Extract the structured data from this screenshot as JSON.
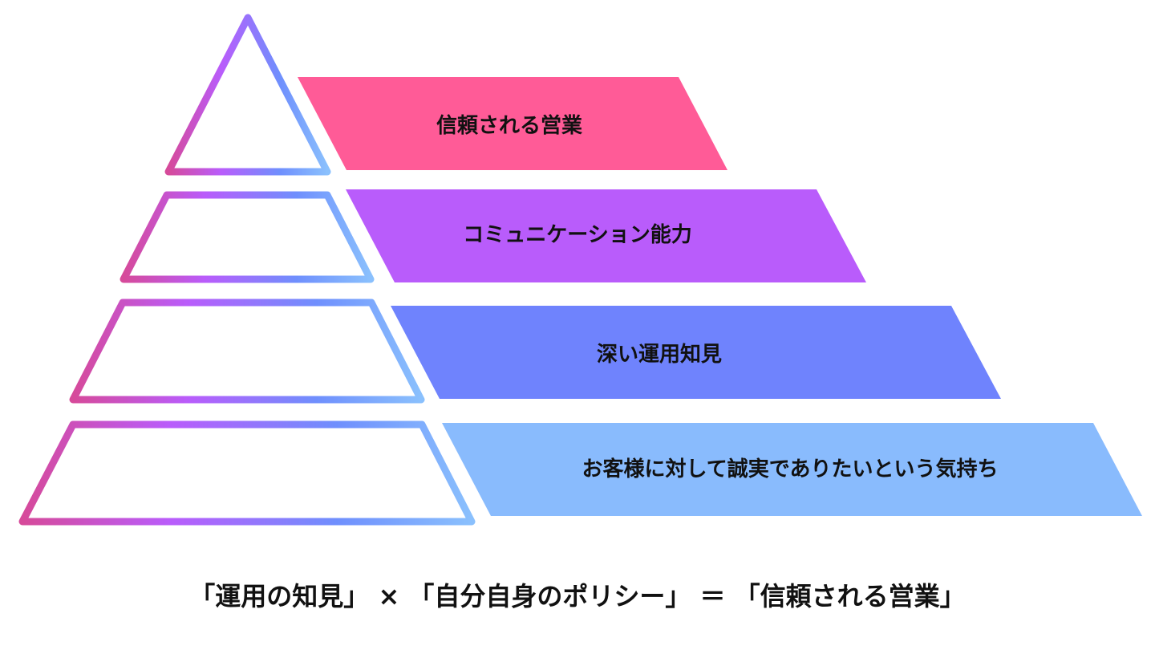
{
  "levels": [
    {
      "label": "信頼される営業",
      "color": "#FF5B97"
    },
    {
      "label": "コミュニケーション能力",
      "color": "#B95CFB"
    },
    {
      "label": "深い運用知見",
      "color": "#6F83FD"
    },
    {
      "label": "お客様に対して誠実でありたいという気持ち",
      "color": "#89BBFD"
    }
  ],
  "formula": "「運用の知見」 × 「自分自身のポリシー」 ＝ 「信頼される営業」",
  "gradient": [
    "#D64A9A",
    "#B95CFB",
    "#6F8FFD",
    "#8AC0FD"
  ]
}
